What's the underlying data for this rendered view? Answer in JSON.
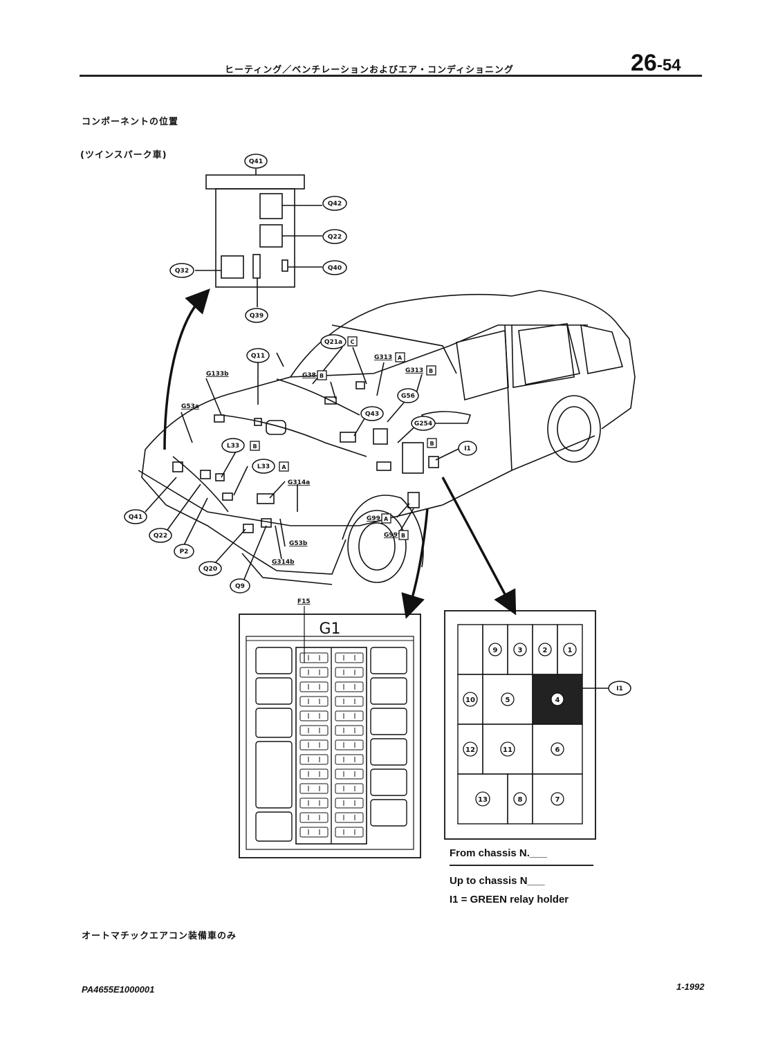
{
  "header": {
    "title": "ヒーティング／ベンチレーションおよびエア・コンディショニング",
    "chapter": "26",
    "page": "-54"
  },
  "section": {
    "title": "コンポーネントの位置",
    "subtitle": "(ツインスパーク車)"
  },
  "labels": {
    "q41_top": "Q41",
    "q42": "Q42",
    "q22_top": "Q22",
    "q40": "Q40",
    "q32": "Q32",
    "q39": "Q39",
    "q21a": "Q21a",
    "q21a_tag": "C",
    "q11": "Q11",
    "g313_a": "G313",
    "g313_a_tag": "A",
    "g313_b": "G313",
    "g313_b_tag": "B",
    "g133b": "G133b",
    "g38": "G38",
    "g38_tag": "B",
    "g56": "G56",
    "g53a": "G53a",
    "q43": "Q43",
    "g254": "G254",
    "g254_tag": "B",
    "l33_b": "L33",
    "l33_b_tag": "B",
    "l33_a": "L33",
    "l33_a_tag": "A",
    "i1": "I1",
    "g314a": "G314a",
    "g99_a": "G99",
    "g99_a_tag": "A",
    "g99_b": "G99",
    "g99_b_tag": "B",
    "q41_front": "Q41",
    "q22_front": "Q22",
    "p2": "P2",
    "q20": "Q20",
    "g53b": "G53b",
    "g314b": "G314b",
    "q9": "Q9",
    "f15": "F15",
    "g1": "G1",
    "i1_relay": "I1"
  },
  "relay_slots": [
    "9",
    "3",
    "2",
    "1",
    "10",
    "5",
    "4",
    "12",
    "11",
    "6",
    "13",
    "8",
    "7"
  ],
  "legend": {
    "from_chassis": "From chassis N.___",
    "upto_chassis": "Up to chassis N___",
    "relay_note": "I1  =  GREEN relay holder"
  },
  "footnote": "オートマチックエアコン装備車のみ",
  "footer": {
    "code": "PA4655E1000001",
    "date": "1-1992"
  },
  "colors": {
    "ink": "#111111",
    "paper": "#ffffff",
    "shaded_slot": "#222222"
  }
}
